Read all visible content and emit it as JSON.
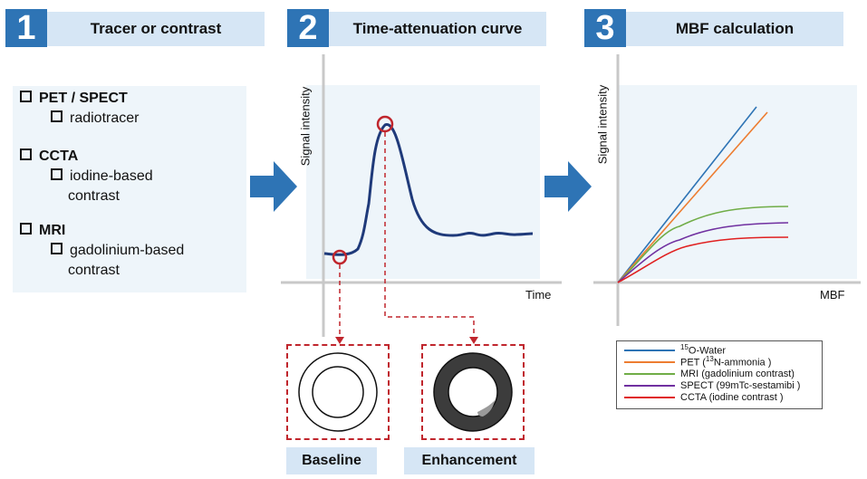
{
  "steps": [
    {
      "number": "1",
      "title": "Tracer or contrast"
    },
    {
      "number": "2",
      "title": "Time-attenuation curve"
    },
    {
      "number": "3",
      "title": "MBF calculation"
    }
  ],
  "tracers": [
    {
      "modality": "PET / SPECT",
      "agent_lines": [
        "radiotracer"
      ]
    },
    {
      "modality": "CCTA",
      "agent_lines": [
        "iodine-based",
        "contrast"
      ]
    },
    {
      "modality": "MRI",
      "agent_lines": [
        "gadolinium-based",
        "contrast"
      ]
    }
  ],
  "tac_chart": {
    "ylabel": "Signal intensity",
    "xlabel": "Time",
    "curve_color": "#1f3a7a",
    "marker_color": "#c0262d"
  },
  "mbf_chart": {
    "ylabel": "Signal intensity",
    "xlabel": "MBF"
  },
  "legend": [
    {
      "pre": "",
      "sup": "15",
      "post": "O-Water",
      "color": "#2e74b5"
    },
    {
      "pre": "PET (",
      "sup": "13",
      "post": "N-ammonia )",
      "color": "#ed7d31"
    },
    {
      "pre": "MRI (gadolinium contrast)",
      "sup": "",
      "post": "",
      "color": "#70ad47"
    },
    {
      "pre": "SPECT (99mTc-sestamibi )",
      "sup": "",
      "post": "",
      "color": "#7030a0"
    },
    {
      "pre": "CCTA (iodine contrast )",
      "sup": "",
      "post": "",
      "color": "#e02020"
    }
  ],
  "image_boxes": {
    "baseline_label": "Baseline",
    "enhancement_label": "Enhancement"
  },
  "colors": {
    "step_blue": "#2e74b5",
    "title_bg": "#d6e6f5",
    "panel_bg": "#eef5fa",
    "arrow_blue": "#2e74b5",
    "dash_red": "#c0262d"
  }
}
